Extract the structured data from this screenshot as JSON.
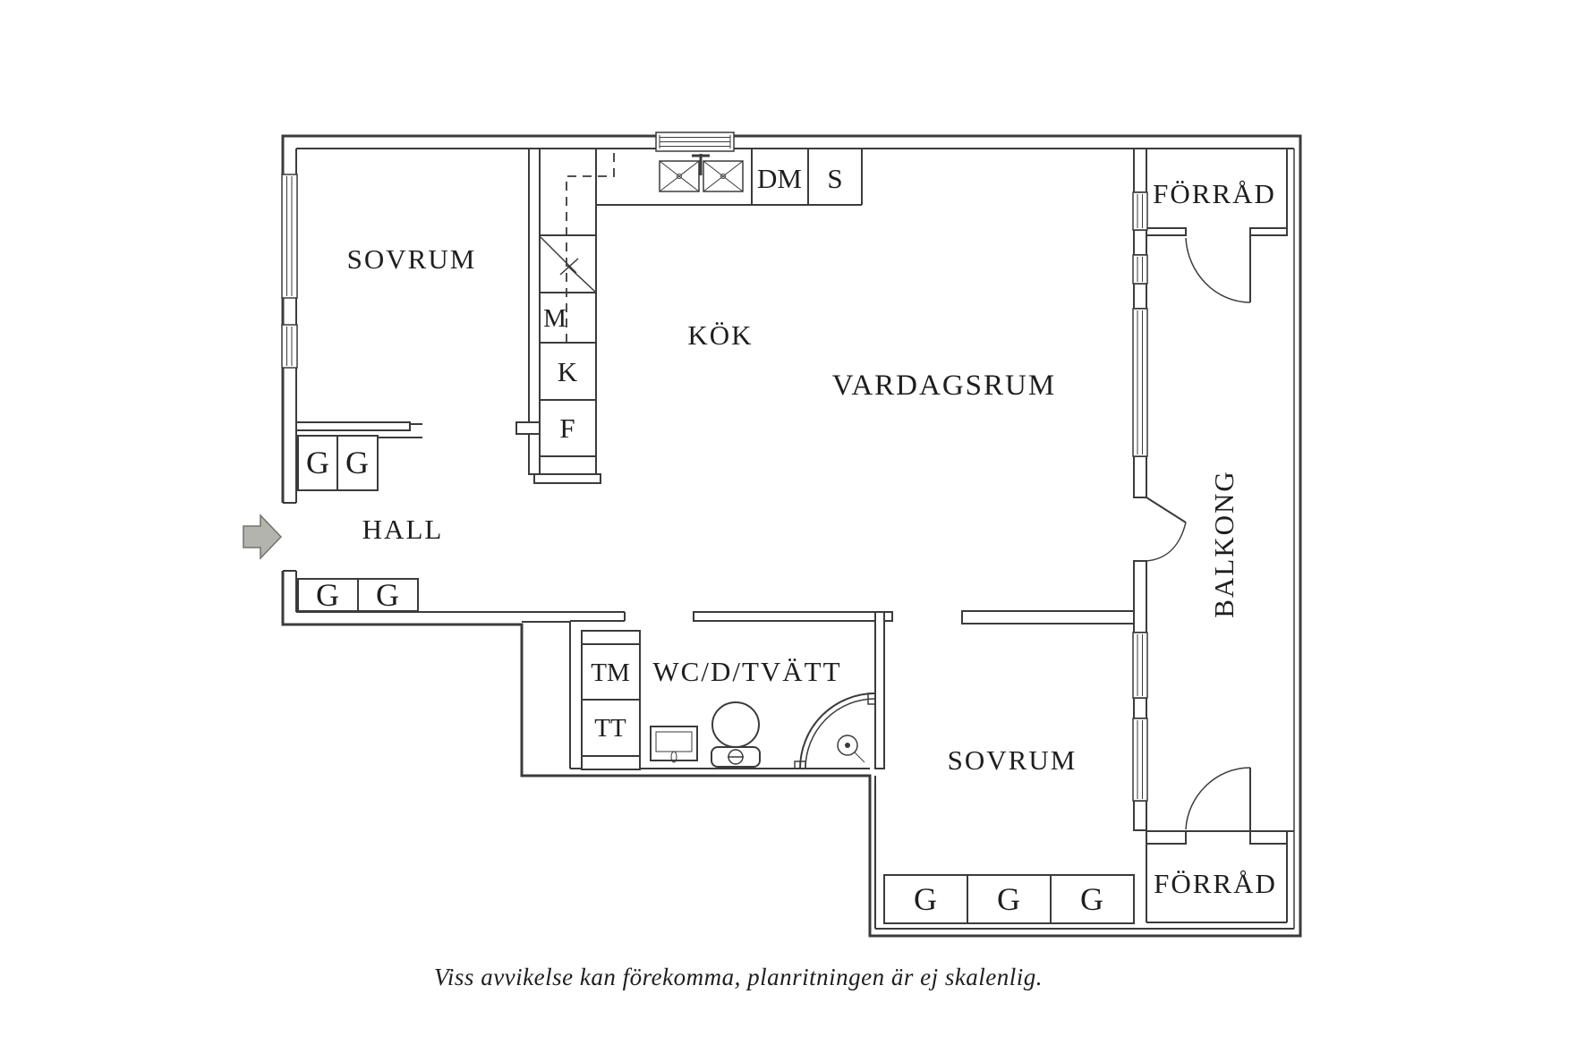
{
  "rooms": {
    "bedroom_top": "SOVRUM",
    "kitchen": "KÖK",
    "living_room": "VARDAGSRUM",
    "hall": "HALL",
    "bathroom": "WC/D/TVÄTT",
    "bedroom_bottom": "SOVRUM",
    "balcony": "BALKONG",
    "storage_top": "FÖRRÅD",
    "storage_bottom": "FÖRRÅD"
  },
  "fixtures": {
    "dishwasher": "DM",
    "stove": "S",
    "microwave": "M",
    "fridge": "K",
    "freezer": "F",
    "washing_machine": "TM",
    "dryer": "TT"
  },
  "wardrobes": [
    "G",
    "G",
    "G",
    "G",
    "G",
    "G",
    "G"
  ],
  "caption": "Viss avvikelse kan förekomma, planritningen är ej skalenlig.",
  "colors": {
    "line": "#3b3b3b",
    "text": "#1e1e1e",
    "arrow_fill": "#b4b4ae",
    "arrow_stroke": "#72726c",
    "background": "#ffffff"
  }
}
